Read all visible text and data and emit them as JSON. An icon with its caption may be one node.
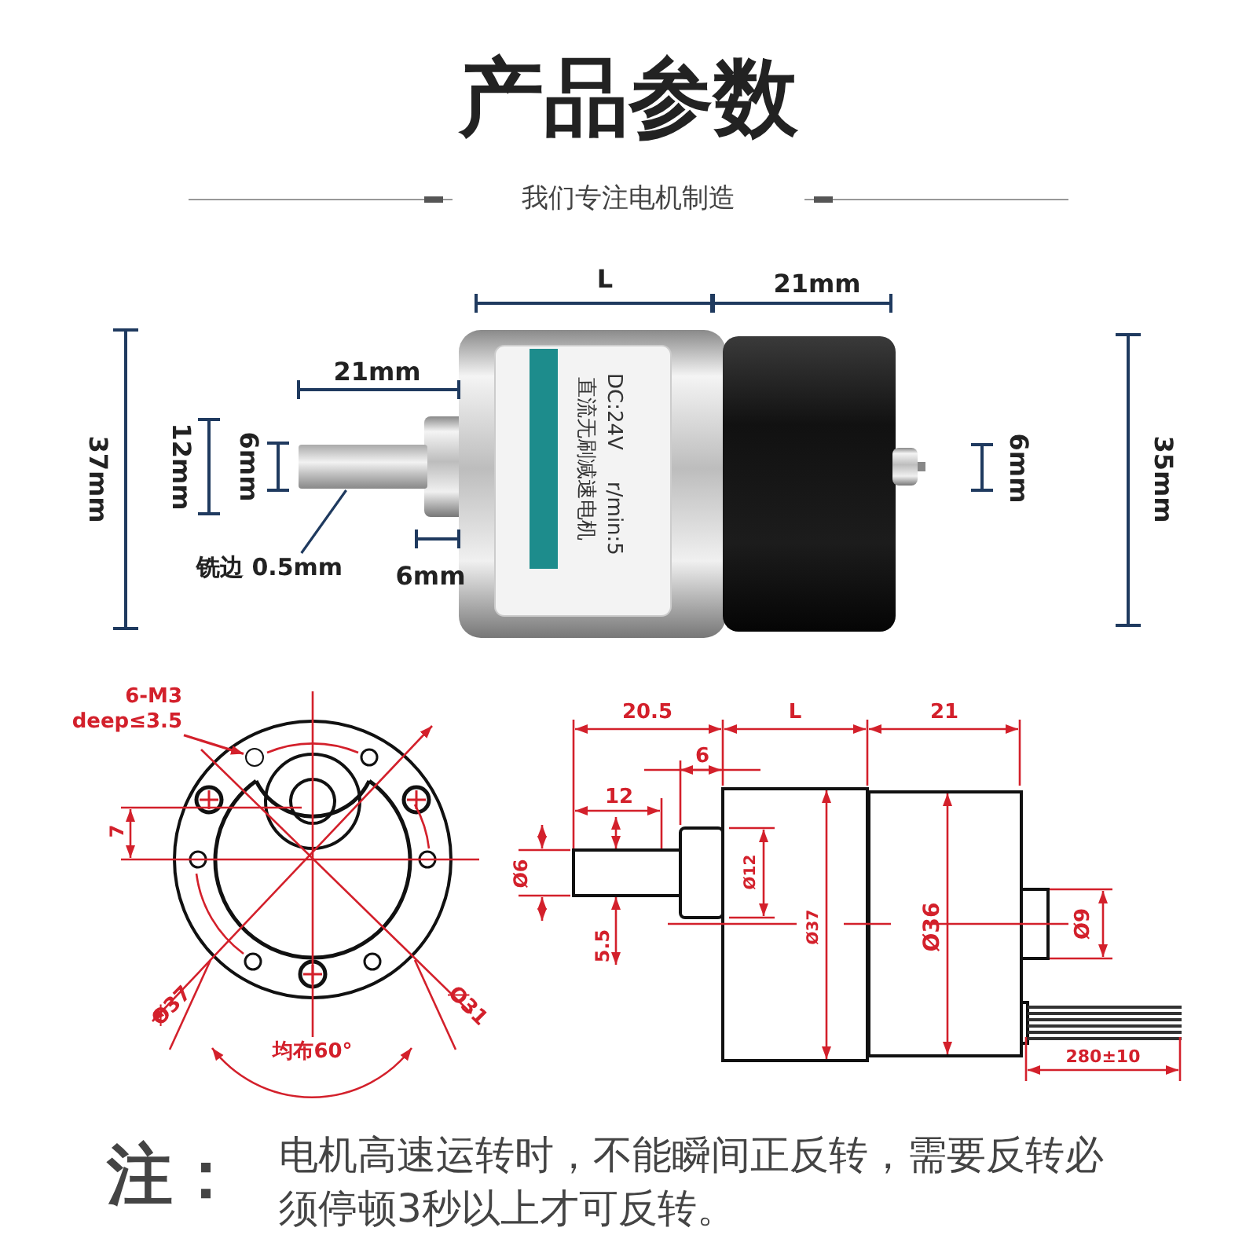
{
  "diagram": {
    "title": "产品参数",
    "nodes": [
      {
        "text": [
          "铣边 0.5mm"
        ]
      },
      {
        "text": [],
        "shape": "bar"
      },
      {
        "text": [
          "6-M3 deep≤3.5"
        ]
      },
      {
        "text": [],
        "shape": "circle"
      }
    ],
    "edges": [
      {
        "from": 0,
        "to": 1,
        "arrow": "none",
        "color": "#1f3a5f"
      },
      {
        "from": 2,
        "to": 3,
        "arrow": "to",
        "color": "#d3202b"
      }
    ],
    "labels": [
      "我们专注电机制造",
      "L",
      "21mm",
      "21mm",
      "37mm",
      "12mm",
      "6mm",
      "6mm",
      "6mm",
      "35mm",
      "直流无刷减速电机",
      "DC:24V",
      "r/min:5",
      "7",
      "Ø37",
      "Ø31",
      "均布60°",
      "20.5",
      "L",
      "21",
      "6",
      "12",
      "Ø6",
      "5.5",
      "Ø12",
      "Ø37",
      "Ø36",
      "Ø9",
      "280±10",
      "注：",
      "电机高速运转时，不能瞬间正反转，需要反转必须停顿3秒以上才可反转。"
    ]
  }
}
